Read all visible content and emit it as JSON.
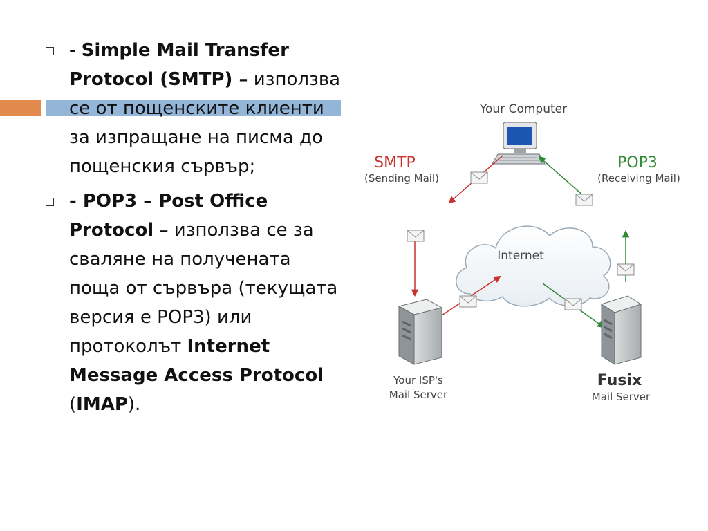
{
  "bullets": [
    {
      "prefix": "- ",
      "bold": "Simple Mail Transfer Protocol (SMTP) –",
      "text": " използва се от пощенските клиенти за изпращане на писма до пощенския сървър;"
    },
    {
      "bold_1": "- POP3 – Post Office Protocol",
      "text_1": " – използва се за сваляне на получената поща от сървъра (текущата версия е POP3) или протоколът ",
      "bold_2": "Internet Message Access Protocol",
      "text_2": "   (",
      "bold_3": "IMAP",
      "text_3": ")."
    }
  ],
  "diagram": {
    "your_computer": "Your Computer",
    "smtp": "SMTP",
    "sending_mail": "(Sending Mail)",
    "pop3": "POP3",
    "receiving_mail": "(Receiving Mail)",
    "internet": "Internet",
    "isp_line1": "Your ISP's",
    "isp_line2": "Mail Server",
    "fusix_logo": "Fusix",
    "fusix_sub": "Mail Server"
  },
  "colors": {
    "accent_orange": "#e08a4e",
    "accent_blue": "#93b5d8",
    "smtp_red": "#c8312e",
    "pop3_green": "#2f8a36"
  }
}
